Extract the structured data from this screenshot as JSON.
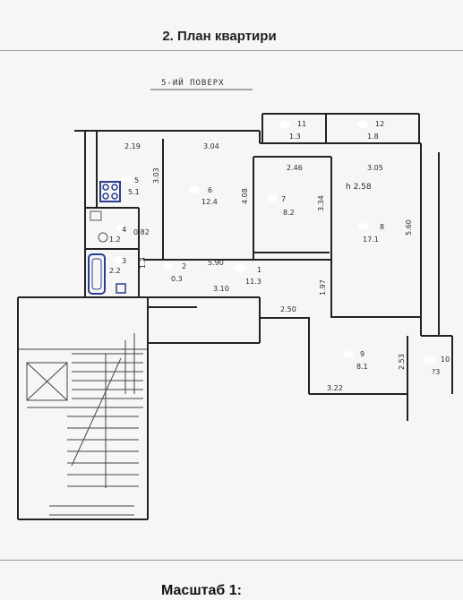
{
  "header": {
    "title": "2. План квартири",
    "scale_label": "Масштаб 1:"
  },
  "plan": {
    "floor_label": "5-ИЙ ПОВЕРХ",
    "ceiling_height": "h 2.58",
    "rooms": [
      {
        "num": "1",
        "area": "11.3"
      },
      {
        "num": "2",
        "area": "0.3"
      },
      {
        "num": "3",
        "area": "2.2"
      },
      {
        "num": "4",
        "area": "1.2"
      },
      {
        "num": "5",
        "area": "5.1"
      },
      {
        "num": "6",
        "area": "12.4"
      },
      {
        "num": "7",
        "area": "8.2"
      },
      {
        "num": "8",
        "area": "17.1"
      },
      {
        "num": "9",
        "area": "8.1"
      },
      {
        "num": "10",
        "area": "?3"
      },
      {
        "num": "11",
        "area": "1.3"
      },
      {
        "num": "12",
        "area": "1.8"
      }
    ],
    "dimensions": {
      "d_2_19": "2.19",
      "d_3_04": "3.04",
      "d_2_46": "2.46",
      "d_3_05": "3.05",
      "d_3_03": "3.03",
      "d_4_08": "4.08",
      "d_3_34": "3.34",
      "d_5_60": "5.60",
      "d_0_82": "0.82",
      "d_1_3": "1.3",
      "d_5_90": "5.90",
      "d_3_10": "3.10",
      "d_1_97": "1.97",
      "d_2_50": "2.50",
      "d_2_53": "2.53",
      "d_3_22": "3.22"
    }
  }
}
